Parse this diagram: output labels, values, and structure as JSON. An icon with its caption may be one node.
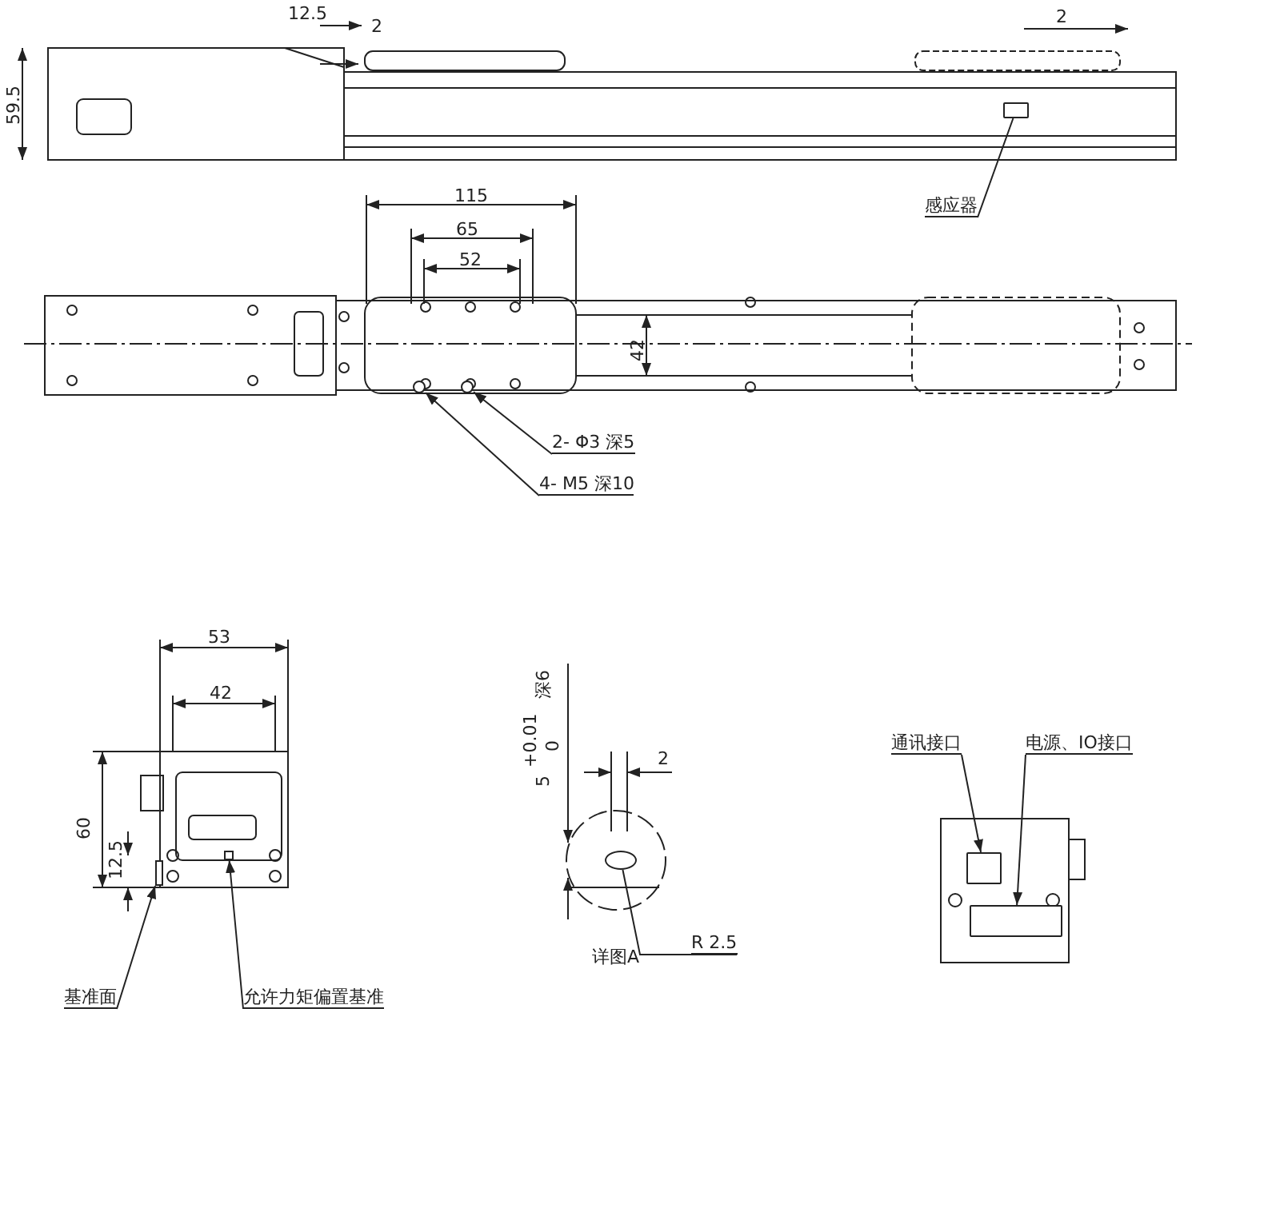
{
  "diagram": {
    "nodes": [
      {
        "text": [
          "感应器"
        ]
      },
      {
        "text": [],
        "shape": "box"
      },
      {
        "text": [
          "2- Φ3 深5"
        ]
      },
      {
        "text": [],
        "shape": "circle"
      },
      {
        "text": [
          "4- M5 深10"
        ]
      },
      {
        "text": [],
        "shape": "circle"
      },
      {
        "text": [
          "基准面"
        ]
      },
      {
        "text": [],
        "shape": "bar"
      },
      {
        "text": [
          "允许力矩偏置基准"
        ]
      },
      {
        "text": [],
        "shape": "bar"
      },
      {
        "text": [
          "R 2.5"
        ]
      },
      {
        "text": [],
        "shape": "circle"
      },
      {
        "text": [
          "通讯接口"
        ]
      },
      {
        "text": [],
        "shape": "box"
      },
      {
        "text": [
          "电源、IO接口"
        ]
      },
      {
        "text": [],
        "shape": "box"
      }
    ],
    "edges": [
      {
        "from": 0,
        "to": 1,
        "arrow": "none"
      },
      {
        "from": 2,
        "to": 3,
        "arrow": "to"
      },
      {
        "from": 4,
        "to": 5,
        "arrow": "to"
      },
      {
        "from": 6,
        "to": 7,
        "arrow": "to"
      },
      {
        "from": 8,
        "to": 9,
        "arrow": "to"
      },
      {
        "from": 10,
        "to": 11,
        "arrow": "none"
      },
      {
        "from": 12,
        "to": 13,
        "arrow": "to"
      },
      {
        "from": 14,
        "to": 15,
        "arrow": "to"
      }
    ],
    "labels": [
      "12.5",
      "2",
      "2",
      "59.5",
      "115",
      "65",
      "52",
      "42",
      "53",
      "42",
      "60",
      "12.5",
      "5",
      "+0.01",
      "0",
      "深6",
      "2",
      "详图A"
    ]
  }
}
